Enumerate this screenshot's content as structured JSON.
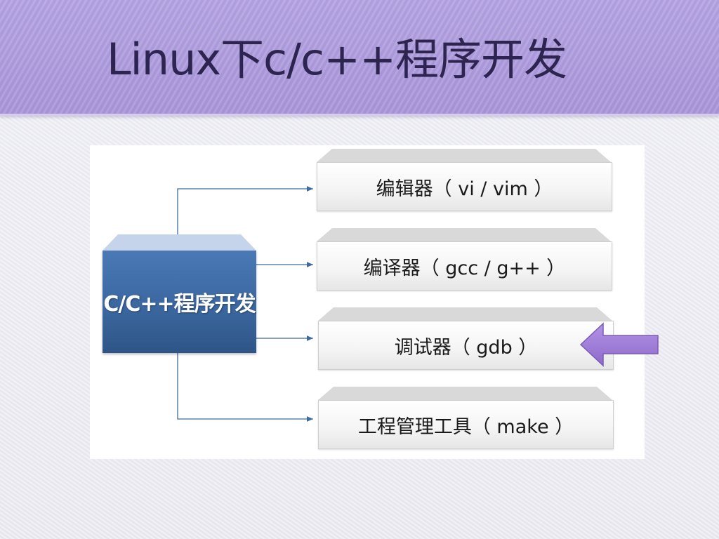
{
  "slide": {
    "title": "Linux下c/c++程序开发"
  },
  "diagram": {
    "root_label": "C/C++程序开发",
    "tools": [
      {
        "label": "编辑器（ vi / vim ）"
      },
      {
        "label": "编译器（ gcc / g++ ）"
      },
      {
        "label": "调试器（ gdb ）"
      },
      {
        "label": "工程管理工具（ make ）"
      }
    ],
    "highlighted_tool": "调试器（ gdb ）"
  },
  "colors": {
    "title_bar": "#a895d8",
    "title_text": "#2e2450",
    "root_box": "#3b67a0",
    "connector": "#3e6a9e",
    "pointer_arrow": "#a07fd8"
  }
}
